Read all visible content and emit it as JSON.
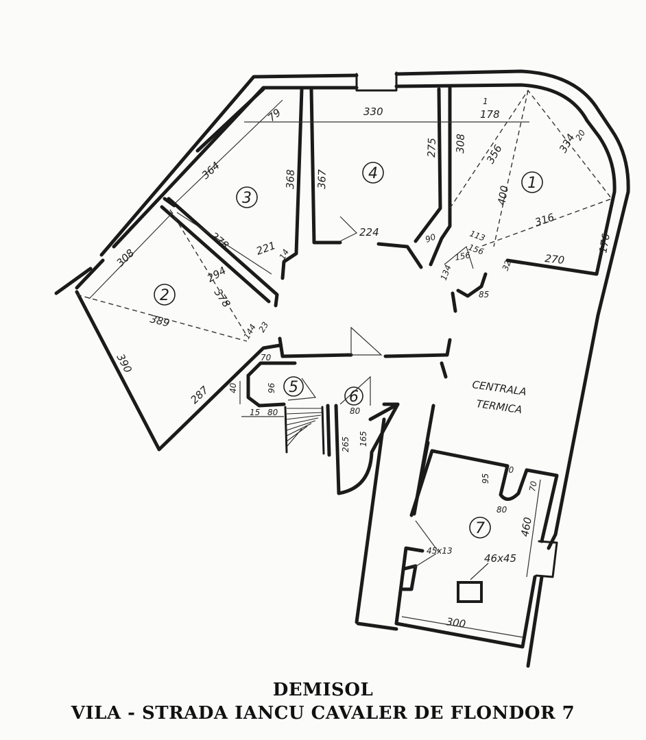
{
  "plan": {
    "rooms": [
      {
        "number": "1"
      },
      {
        "number": "2"
      },
      {
        "number": "3"
      },
      {
        "number": "4"
      },
      {
        "number": "5"
      },
      {
        "number": "6"
      },
      {
        "number": "7"
      }
    ],
    "boiler_room_label": [
      "CENTRALA",
      "TERMICA"
    ],
    "dimensions": {
      "d330": "330",
      "d178": "178",
      "d79": "79",
      "d364": "364",
      "d368": "368",
      "d367": "367",
      "d275": "275",
      "d308a": "308",
      "d356": "356",
      "d400": "400",
      "d334": "334",
      "d20": "20",
      "d316": "316",
      "d176": "176",
      "d270": "270",
      "d278": "278",
      "d224": "224",
      "d221": "221",
      "d14": "14",
      "d90": "90",
      "d113": "113",
      "d156a": "156",
      "d156b": "156",
      "d134": "134",
      "d32": "32",
      "d85": "85",
      "d308b": "308",
      "d294": "294",
      "d378": "378",
      "d389": "389",
      "d390": "390",
      "d287": "287",
      "d144": "144",
      "d23": "23",
      "d70a": "70",
      "d40": "40",
      "d96": "96",
      "d15": "15",
      "d80a": "80",
      "d80b": "80",
      "d265": "265",
      "d165": "165",
      "d95": "95",
      "d70b": "70",
      "d70c": "70",
      "d80c": "80",
      "d460": "460",
      "d45x13": "45x13",
      "d46x45": "46x45",
      "d300": "300",
      "d1": "1"
    }
  },
  "caption": {
    "line1": "DEMISOL",
    "line2": "VILA - STRADA IANCU CAVALER DE FLONDOR 7"
  }
}
